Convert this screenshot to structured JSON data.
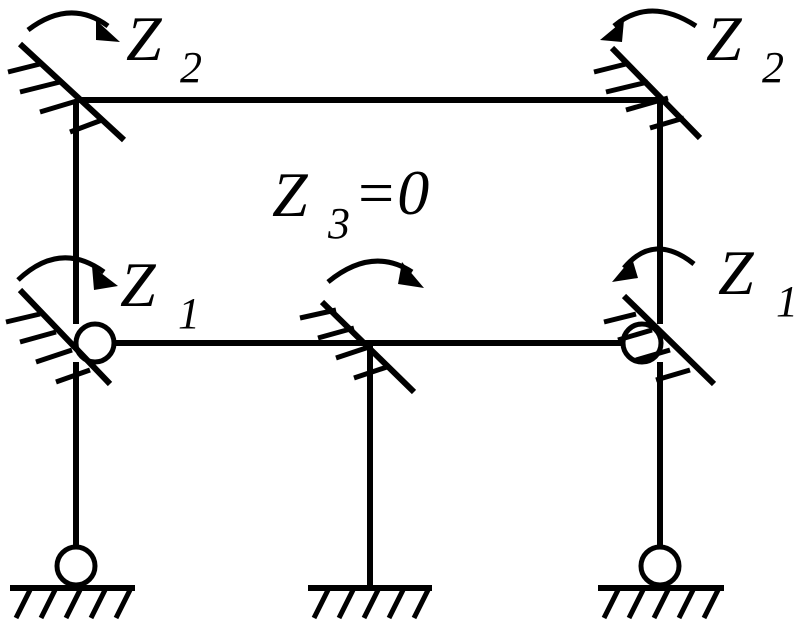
{
  "diagram": {
    "labels": {
      "z2_left": {
        "main": "Z",
        "sub": "2"
      },
      "z2_right": {
        "main": "Z",
        "sub": "2"
      },
      "z1_left": {
        "main": "Z",
        "sub": "1"
      },
      "z1_right": {
        "main": "Z",
        "sub": "1"
      },
      "z3": {
        "main": "Z",
        "sub": "3",
        "tail": "=0"
      }
    },
    "colors": {
      "ink": "#000000",
      "background": "#ffffff"
    }
  }
}
